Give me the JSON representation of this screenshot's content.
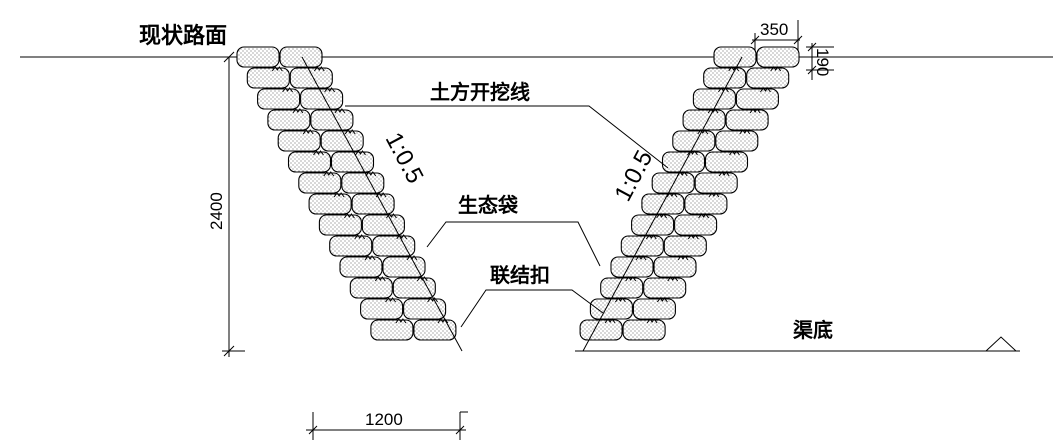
{
  "labels": {
    "existing_road_surface": "现状路面",
    "excavation_line": "土方开挖线",
    "eco_bag": "生态袋",
    "connector_buckle": "联结扣",
    "channel_bottom": "渠底"
  },
  "slopes": {
    "left": "1:0.5",
    "right": "1:0.5"
  },
  "dimensions": {
    "depth": "2400",
    "bottom_width": "1200",
    "bag_length": "350",
    "bag_height": "190"
  },
  "colors": {
    "line": "#000000",
    "background": "#ffffff"
  },
  "icons": {
    "water_level_marker": "triangle-marker-icon"
  }
}
